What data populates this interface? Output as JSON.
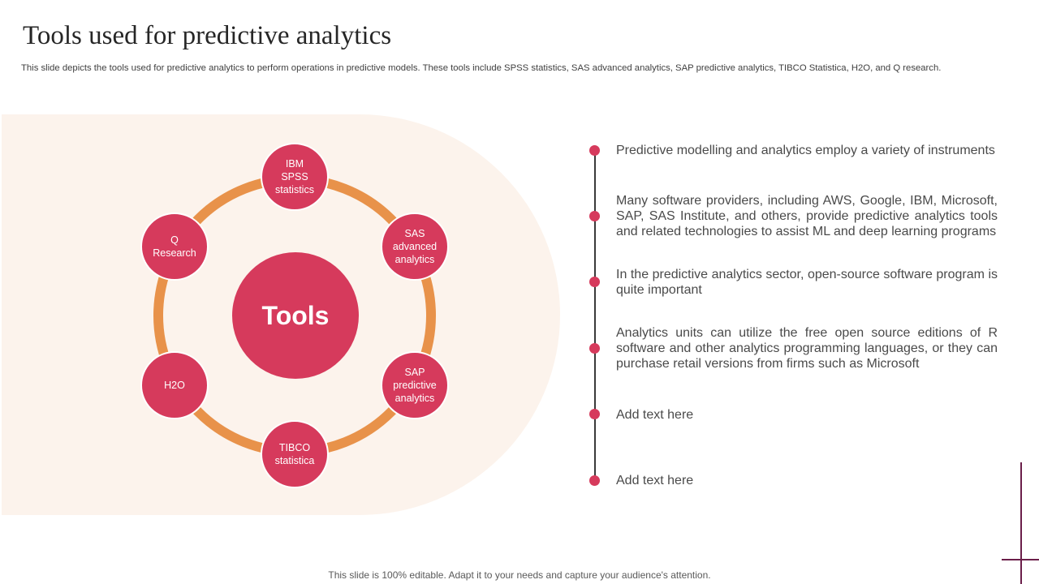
{
  "header": {
    "title": "Tools used for predictive analytics",
    "subtitle": "This slide depicts the tools used for predictive analytics to perform operations in predictive models. These tools include SPSS statistics, SAS advanced analytics, SAP predictive analytics, TIBCO Statistica, H2O, and Q research."
  },
  "diagram": {
    "hub_label": "Tools",
    "ring_color": "#e8924a",
    "node_color": "#d63a5c",
    "panel_color": "#fcf3ec",
    "nodes": [
      {
        "label": "IBM\nSPSS\nstatistics"
      },
      {
        "label": "SAS\nadvanced\nanalytics"
      },
      {
        "label": "SAP\npredictive\nanalytics"
      },
      {
        "label": "TIBCO\nstatistica"
      },
      {
        "label": "H2O"
      },
      {
        "label": "Q\nResearch"
      }
    ]
  },
  "timeline": {
    "points": [
      "Predictive modelling and analytics employ a variety of instruments",
      "Many software providers, including AWS, Google, IBM, Microsoft, SAP, SAS Institute,  and others, provide predictive analytics tools and related technologies to assist ML and deep learning programs",
      "In the predictive analytics sector, open-source software program is quite important",
      "Analytics units can utilize the free open source editions of R software and other analytics programming languages, or they can purchase retail versions from firms such as Microsoft",
      "Add text here",
      "Add text here"
    ]
  },
  "footer": {
    "text": "This slide is 100% editable. Adapt it to your needs and capture your audience's attention."
  }
}
